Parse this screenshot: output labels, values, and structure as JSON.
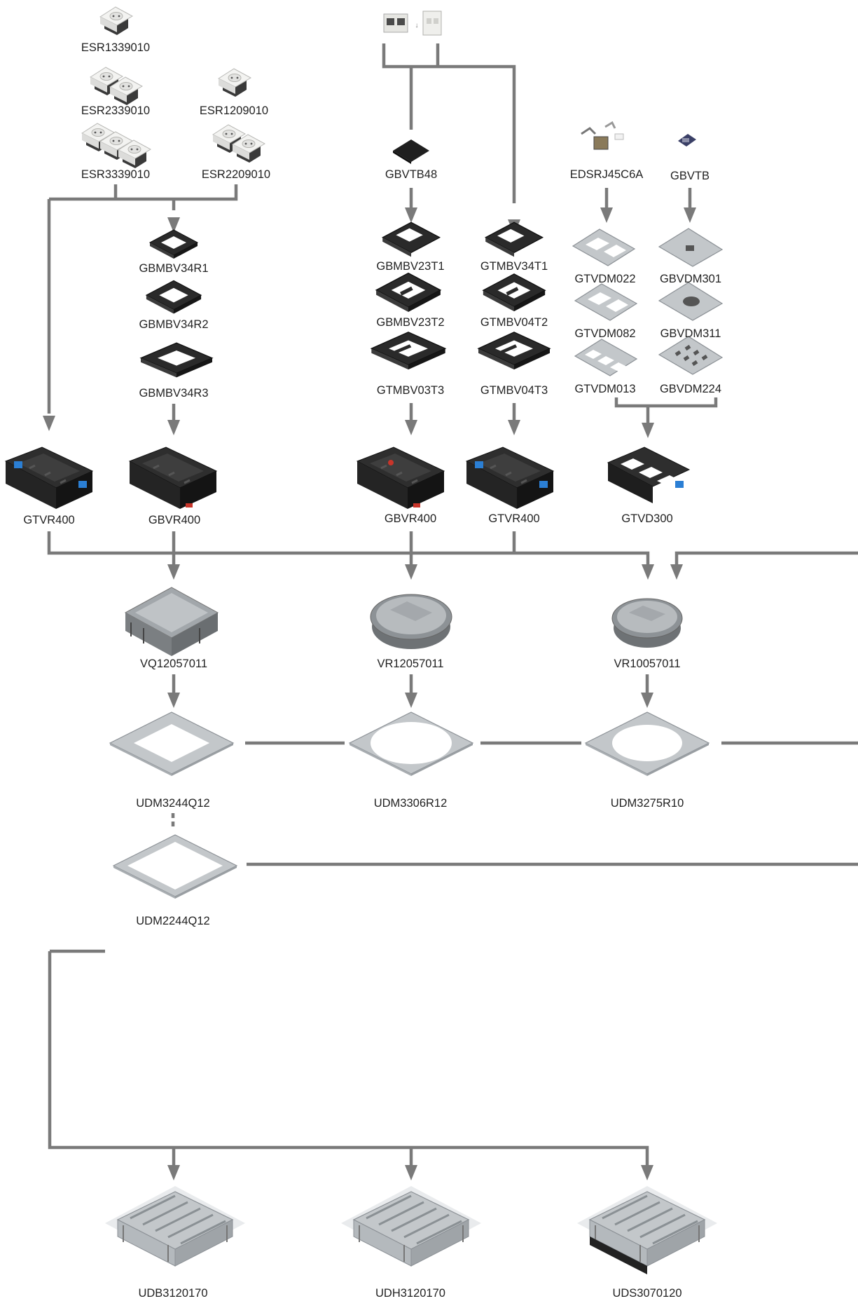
{
  "colors": {
    "connector": "#7a7a7a",
    "label": "#222222",
    "dark_part": "#2a2a2a",
    "metal": "#c3c7ca",
    "accent_blue": "#2b7fd4",
    "accent_red": "#c8352a"
  },
  "nodes": {
    "esr1339010": "ESR1339010",
    "esr2339010": "ESR2339010",
    "esr1209010": "ESR1209010",
    "esr3339010": "ESR3339010",
    "esr2209010": "ESR2209010",
    "gbvtb48": "GBVTB48",
    "edsrj45c6a": "EDSRJ45C6A",
    "gbvtb": "GBVTB",
    "gbmbv34r1": "GBMBV34R1",
    "gbmbv34r2": "GBMBV34R2",
    "gbmbv34r3": "GBMBV34R3",
    "gbmbv23t1": "GBMBV23T1",
    "gbmbv23t2": "GBMBV23T2",
    "gtmbv03t3": "GTMBV03T3",
    "gtmbv34t1": "GTMBV34T1",
    "gtmbv04t2": "GTMBV04T2",
    "gtmbv04t3": "GTMBV04T3",
    "gtvdm022": "GTVDM022",
    "gtvdm082": "GTVDM082",
    "gtvdm013": "GTVDM013",
    "gbvdm301": "GBVDM301",
    "gbvdm311": "GBVDM311",
    "gbvdm224": "GBVDM224",
    "gtvr400_a": "GTVR400",
    "gbvr400_a": "GBVR400",
    "gbvr400_b": "GBVR400",
    "gtvr400_b": "GTVR400",
    "gtvd300": "GTVD300",
    "vq12057011": "VQ12057011",
    "vr12057011": "VR12057011",
    "vr10057011": "VR10057011",
    "udm3244q12": "UDM3244Q12",
    "udm3306r12": "UDM3306R12",
    "udm3275r10": "UDM3275R10",
    "udm2244q12": "UDM2244Q12",
    "udb3120170": "UDB3120170",
    "udh3120170": "UDH3120170",
    "uds3070120": "UDS3070120"
  }
}
